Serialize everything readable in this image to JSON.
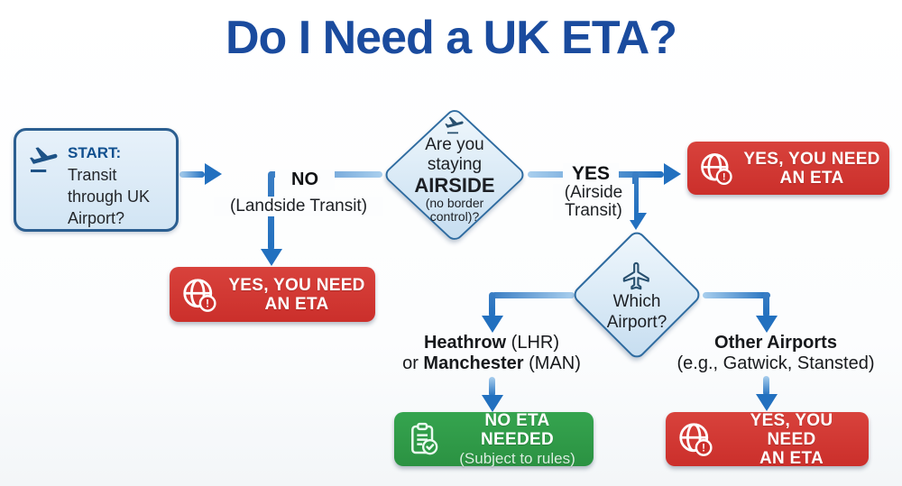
{
  "title": "Do I Need a UK ETA?",
  "colors": {
    "title_blue": "#1a4b9e",
    "node_fill": "#ddebf7",
    "node_border": "#2b5e90",
    "arrow_blue": "#2270bf",
    "outcome_red": "#d23531",
    "outcome_green": "#2f9d48"
  },
  "start_node": {
    "icon": "flight-takeoff-icon",
    "label": "START:",
    "line1": "Transit",
    "line2": "through UK",
    "line3": "Airport?"
  },
  "decision_airside": {
    "icon": "flight-takeoff-icon",
    "line1": "Are you",
    "line2": "staying",
    "emphasis": "AIRSIDE",
    "sub1": "(no border",
    "sub2": "control)?"
  },
  "branch_no": {
    "label": "NO",
    "sublabel": "(Landside Transit)"
  },
  "branch_yes": {
    "label": "YES",
    "sub1": "(Airside",
    "sub2": "Transit)"
  },
  "outcome_landside": {
    "icon": "globe-alert-icon",
    "line1": "YES, YOU NEED",
    "line2": "AN ETA"
  },
  "outcome_airside_transit": {
    "icon": "globe-alert-icon",
    "line1": "YES, YOU NEED",
    "line2": "AN ETA"
  },
  "decision_airport": {
    "icon": "airplane-icon",
    "line1": "Which",
    "line2": "Airport?"
  },
  "branch_heathrow": {
    "airport1": "Heathrow",
    "code1": " (LHR)",
    "conj": "or ",
    "airport2": "Manchester",
    "code2": " (MAN)"
  },
  "branch_other": {
    "label": "Other Airports",
    "sublabel": "(e.g., Gatwick, Stansted)"
  },
  "outcome_no_eta": {
    "icon": "clipboard-check-icon",
    "line1": "NO ETA NEEDED",
    "line2": "(Subject to rules)"
  },
  "outcome_other_airports": {
    "icon": "globe-alert-icon",
    "line1": "YES, YOU NEED",
    "line2": "AN ETA"
  }
}
